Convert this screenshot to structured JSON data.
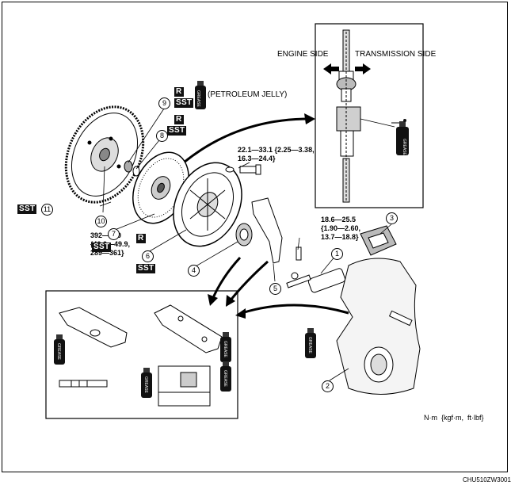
{
  "labels": {
    "engine_side": "ENGINE SIDE",
    "transmission_side": "TRANSMISSION SIDE",
    "petroleum_jelly": "(PETROLEUM JELLY)",
    "torque_1": "22.1—33.1 {2.25—3.38,\n16.3—24.4}",
    "torque_2": "18.6—25.5\n{1.90—2.60,\n13.7—18.8}",
    "torque_3": "392—490\n{40.0—49.9,\n289—361}",
    "units": "N·m  {kgf·m,  ft·lbf}",
    "figure_code": "CHU510ZW3001",
    "grease": "GREASE"
  },
  "tags": {
    "r": "R",
    "sst": "SST"
  },
  "callouts": [
    "1",
    "2",
    "3",
    "4",
    "5",
    "6",
    "7",
    "8",
    "9",
    "10",
    "11"
  ]
}
